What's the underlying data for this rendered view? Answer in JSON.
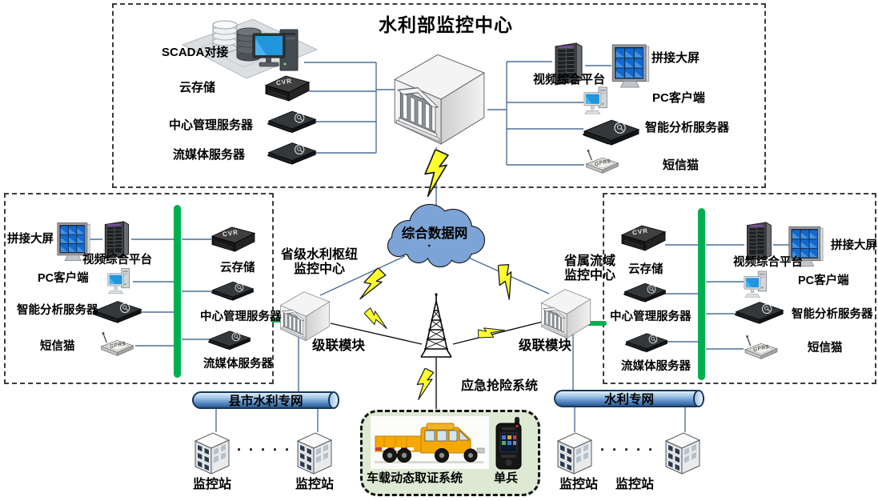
{
  "title": "水利部监控中心",
  "device_texts": {
    "cvr": "CVR",
    "gprs": "GPRS"
  },
  "dots": "· · · · ·",
  "ministry": {
    "scada": "SCADA对接",
    "cloud_storage": "云存储",
    "center_mgmt_server": "中心管理服务器",
    "stream_server": "流媒体服务器",
    "video_platform": "视频综合平台",
    "video_wall": "拼接大屏",
    "pc_client": "PC客户端",
    "intel_server": "智能分析服务器",
    "sms_modem": "短信猫"
  },
  "cloud": {
    "label": "综合数据网"
  },
  "provincial_hub": {
    "line1": "省级水利枢纽",
    "line2": "监控中心",
    "cascade": "级联模块"
  },
  "basin_center": {
    "line1": "省属流域",
    "line2": "监控中心",
    "cascade": "级联模块"
  },
  "left_subsystem": {
    "video_wall": "拼接大屏",
    "video_platform": "视频综合平台",
    "pc_client": "PC客户端",
    "intel_server": "智能分析服务器",
    "sms_modem": "短信猫",
    "cloud_storage": "云存储",
    "center_mgmt_server": "中心管理服务器",
    "stream_server": "流媒体服务器"
  },
  "right_subsystem": {
    "video_wall": "拼接大屏",
    "video_platform": "视频综合平台",
    "pc_client": "PC客户端",
    "intel_server": "智能分析服务器",
    "sms_modem": "短信猫",
    "cloud_storage": "云存储",
    "center_mgmt_server": "中心管理服务器",
    "stream_server": "流媒体服务器"
  },
  "networks": {
    "county": "县市水利专网",
    "provincial": "水利专网"
  },
  "stations": {
    "s1": "监控站",
    "s2": "监控站",
    "s3": "监控站",
    "s4": "监控站"
  },
  "emergency": {
    "title": "应急抢险系统",
    "vehicle": "车载动态取证系统",
    "soldier": "单兵"
  },
  "colors": {
    "cloud_fill": "#7da4d6",
    "bus_green": "#00b050",
    "connector": "#4d6f96",
    "bolt_yellow": "#ffff2e"
  }
}
